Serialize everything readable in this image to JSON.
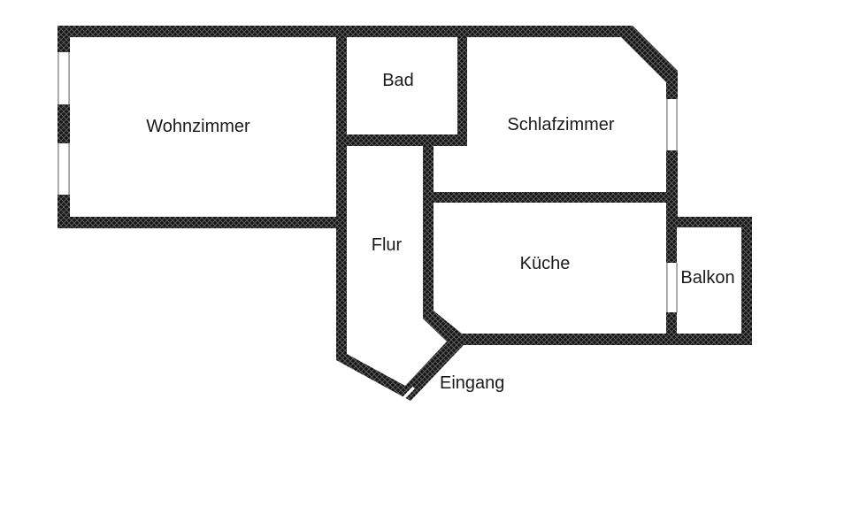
{
  "colors": {
    "wall": "#141414",
    "wall_hatch": "#5a5a5a",
    "background": "#ffffff",
    "label_text": "#1a1a1a",
    "window_frame": "#a3a3a3"
  },
  "rooms": [
    {
      "id": "wohnzimmer",
      "label": "Wohnzimmer"
    },
    {
      "id": "bad",
      "label": "Bad"
    },
    {
      "id": "schlafzimmer",
      "label": "Schlafzimmer"
    },
    {
      "id": "flur",
      "label": "Flur"
    },
    {
      "id": "kueche",
      "label": "Küche"
    },
    {
      "id": "balkon",
      "label": "Balkon"
    }
  ],
  "entrance_label": "Eingang"
}
